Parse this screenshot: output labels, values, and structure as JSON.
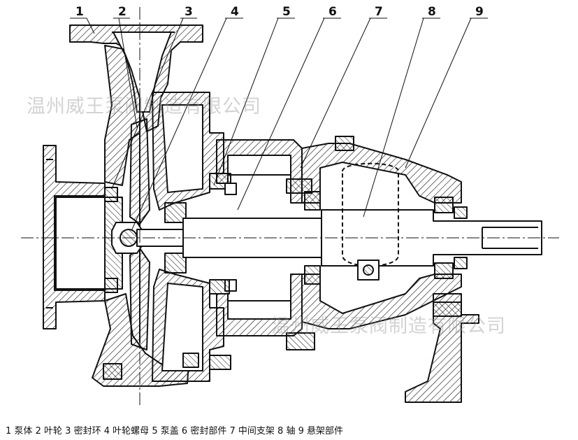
{
  "callouts": [
    {
      "num": "1",
      "name": "泵体"
    },
    {
      "num": "2",
      "name": "叶轮"
    },
    {
      "num": "3",
      "name": "密封环"
    },
    {
      "num": "4",
      "name": "叶轮螺母"
    },
    {
      "num": "5",
      "name": "泵盖"
    },
    {
      "num": "6",
      "name": "密封部件"
    },
    {
      "num": "7",
      "name": "中间支架"
    },
    {
      "num": "8",
      "name": "轴"
    },
    {
      "num": "9",
      "name": "悬架部件"
    }
  ],
  "watermark": "温州威王泵阀制造有限公司",
  "colors": {
    "line": "#111111",
    "watermark": "#969696",
    "background": "#ffffff"
  }
}
